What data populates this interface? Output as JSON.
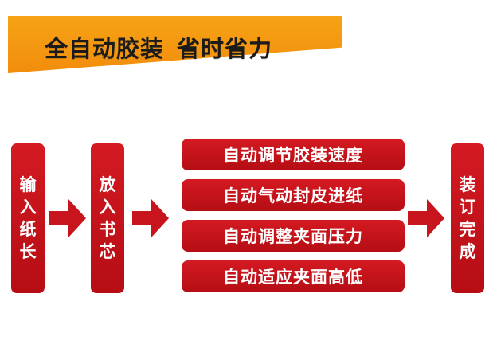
{
  "header": {
    "title_main": "全自动胶装",
    "title_sub": "省时省力",
    "accent_color": "#f39c12"
  },
  "flow": {
    "step1": "输入纸长",
    "step2": "放入书芯",
    "features": [
      "自动调节胶装速度",
      "自动气动封皮进纸",
      "自动调整夹面压力",
      "自动适应夹面高低"
    ],
    "step_final": "装订完成",
    "box_color": "#c8141c",
    "arrow_icon": "right-arrow-icon"
  }
}
